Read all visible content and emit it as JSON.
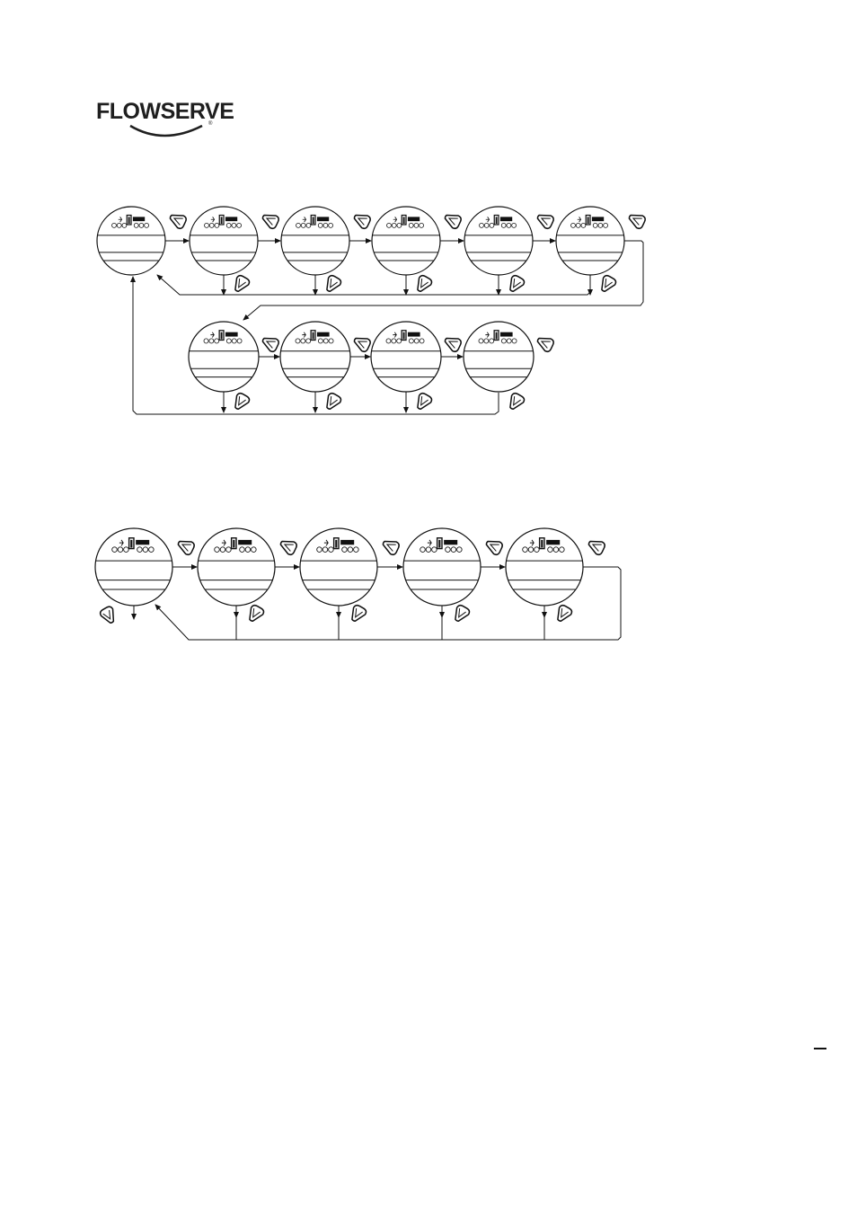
{
  "brand": {
    "name": "FLOWSERVE",
    "registered_mark": "®",
    "color": "#1f1f1f"
  },
  "diagram": {
    "top_sequence": {
      "row1_screens": 6,
      "row2_screens": 4
    },
    "bottom_sequence": {
      "screens": 5
    },
    "line_color": "#111111",
    "icons": {
      "display": "lcd-display-icon",
      "key": "knob-key-icon"
    }
  }
}
